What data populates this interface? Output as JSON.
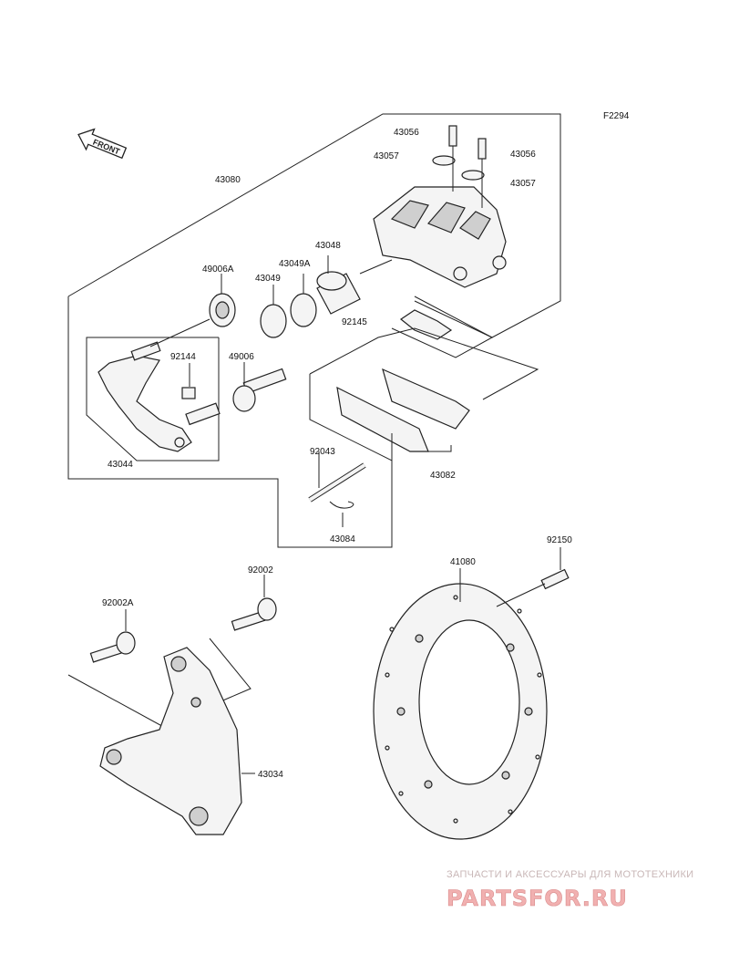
{
  "figure_code": "F2294",
  "front_label": "FRONT",
  "parts": {
    "p43056_a": "43056",
    "p43056_b": "43056",
    "p43057_a": "43057",
    "p43057_b": "43057",
    "p43080": "43080",
    "p43048": "43048",
    "p49006A": "49006A",
    "p43049A": "43049A",
    "p43049": "43049",
    "p92145": "92145",
    "p92144": "92144",
    "p49006": "49006",
    "p43044": "43044",
    "p92043": "92043",
    "p43082": "43082",
    "p43084": "43084",
    "p92150": "92150",
    "p41080": "41080",
    "p92002": "92002",
    "p92002A": "92002A",
    "p43034": "43034"
  },
  "watermark": {
    "tagline": "ЗАПЧАСТИ И АКСЕССУАРЫ ДЛЯ МОТОТЕХНИКИ",
    "logo": "PARTSFOR.RU"
  }
}
